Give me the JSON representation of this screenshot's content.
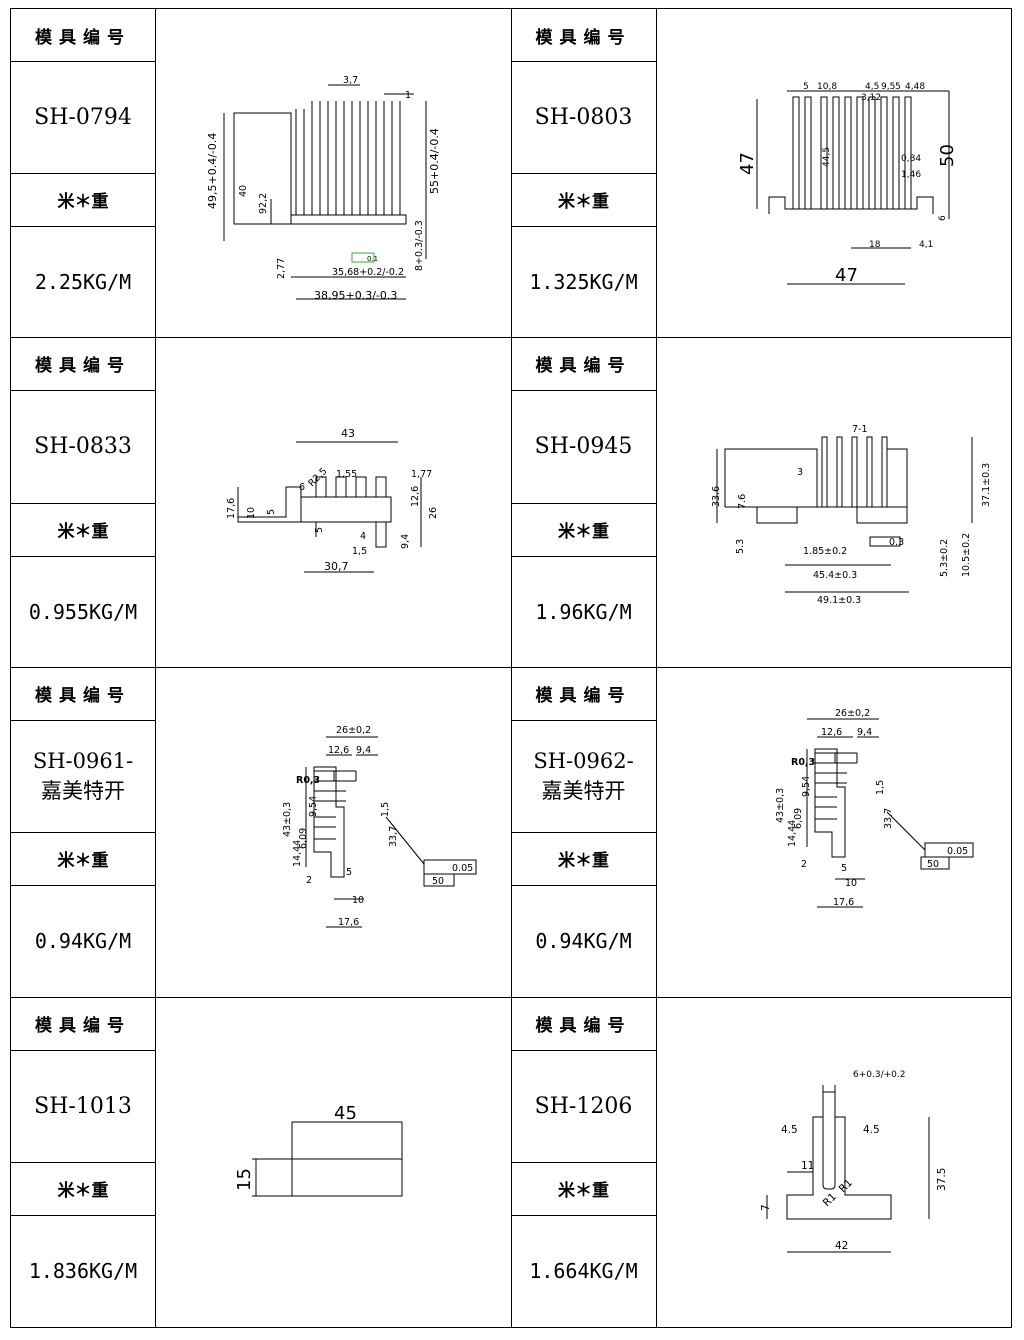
{
  "header_label": "模具编号",
  "weight_label": "米＊重",
  "rows": [
    {
      "left": {
        "code": "SH-0794",
        "weight": "2.25KG/M",
        "dims": [
          "3,7",
          "1",
          "49,5+0.4/-0.4",
          "40",
          "92,2",
          "55+0.4/-0.4",
          "2,77",
          "35,68+0.2/-0.2",
          "8+0.3/-0.3",
          "38,95+0.3/-0.3",
          "0.1"
        ]
      },
      "right": {
        "code": "SH-0803",
        "weight": "1.325KG/M",
        "dims": [
          "5",
          "10,8",
          "4,5",
          "9,5",
          "5",
          "4,48",
          "3,12",
          "47",
          "44,5",
          "0,84",
          "1,46",
          "50",
          "6",
          "18",
          "4,1",
          "47"
        ]
      }
    },
    {
      "left": {
        "code": "SH-0833",
        "weight": "0.955KG/M",
        "dims": [
          "43",
          "6",
          "R2,5",
          "1,55",
          "1,77",
          "17,6",
          "10",
          "5",
          "5",
          "12,6",
          "26",
          "4",
          "9,4",
          "1,5",
          "30,7"
        ]
      },
      "right": {
        "code": "SH-0945",
        "weight": "1.96KG/M",
        "dims": [
          "7-1",
          "3",
          "33.6",
          "7.6",
          "37.1±0.3",
          "5.3",
          "1.85±0.2",
          "0.3",
          "45.4±0.3",
          "5.3±0.2",
          "10.5±0.2",
          "49.1±0.3"
        ]
      }
    },
    {
      "left": {
        "code": "SH-0961-\n嘉美特开",
        "weight": "0.94KG/M",
        "dims": [
          "26±0,2",
          "12,6",
          "9,4",
          "R0,3",
          "43±0,3",
          "9,54",
          "6,09",
          "14,44",
          "1,5",
          "33,7",
          "0.05",
          "50",
          "2",
          "5",
          "10",
          "17,6"
        ]
      },
      "right": {
        "code": "SH-0962-\n嘉美特开",
        "weight": "0.94KG/M",
        "dims": [
          "26±0,2",
          "12,6",
          "9,4",
          "R0,3",
          "43±0,3",
          "9,54",
          "6,09",
          "14,44",
          "1,5",
          "33,7",
          "0.05",
          "50",
          "2",
          "5",
          "10",
          "17,6"
        ]
      }
    },
    {
      "left": {
        "code": "SH-1013",
        "weight": "1.836KG/M",
        "dims": [
          "45",
          "15"
        ]
      },
      "right": {
        "code": "SH-1206",
        "weight": "1.664KG/M",
        "dims": [
          "6+0.3/+0.2",
          "4.5",
          "4.5",
          "11",
          "37.5",
          "7",
          "R1",
          "R1",
          "42"
        ]
      }
    }
  ]
}
